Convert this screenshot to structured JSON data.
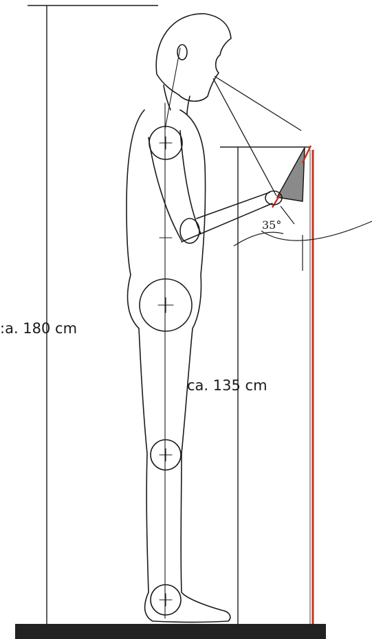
{
  "labels": {
    "person_height": ":a. 180 cm",
    "kiosk_height": "ca. 135 cm",
    "screen_angle": "35°"
  },
  "colors": {
    "line": "#1a1a1a",
    "pole": "#c8321e",
    "screen": "#8a8a8a",
    "floor": "#222222"
  }
}
